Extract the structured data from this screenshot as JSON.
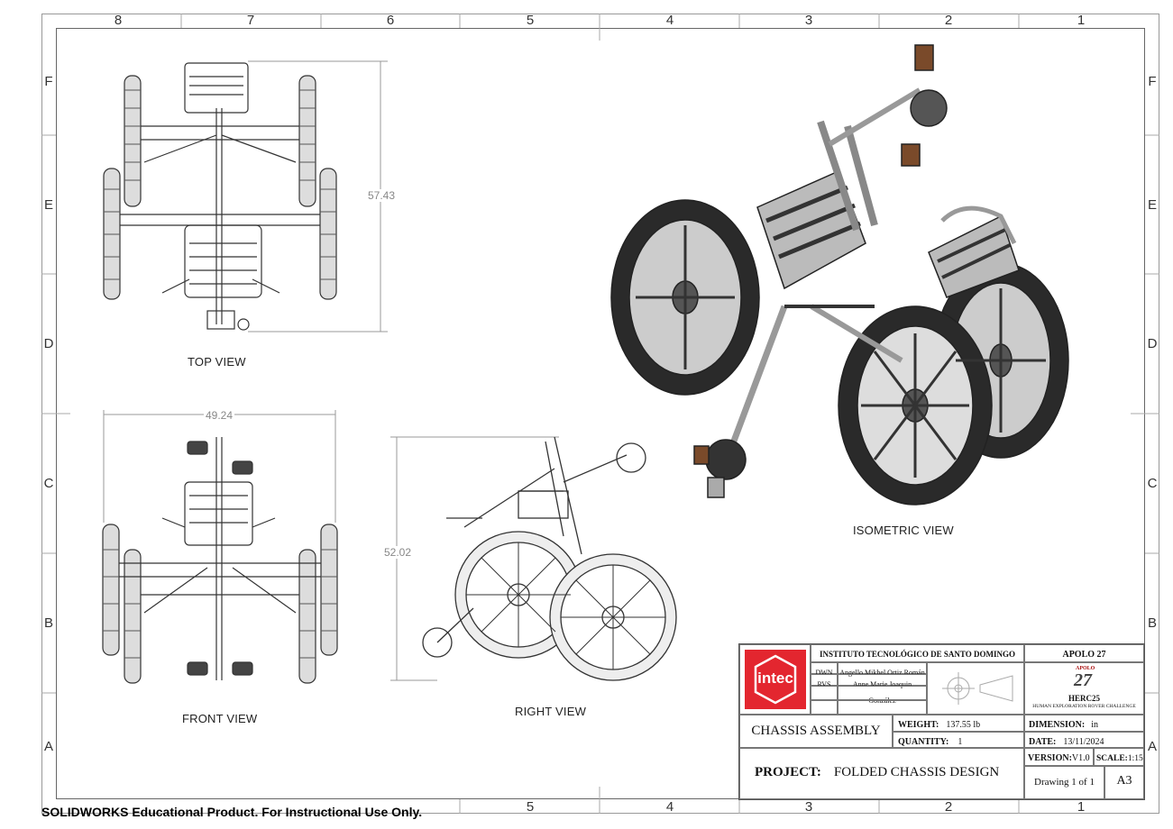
{
  "zones": {
    "top": [
      "8",
      "7",
      "6",
      "5",
      "4",
      "3",
      "2",
      "1"
    ],
    "bottom": [
      "5",
      "4",
      "3",
      "2",
      "1"
    ],
    "left": [
      "F",
      "E",
      "D",
      "C",
      "B",
      "A"
    ],
    "right": [
      "F",
      "E",
      "D",
      "C",
      "B",
      "A"
    ]
  },
  "views": {
    "top": "TOP VIEW",
    "front": "FRONT VIEW",
    "right": "RIGHT VIEW",
    "isometric": "ISOMETRIC VIEW"
  },
  "dimensions": {
    "top_length": "57.43",
    "front_width": "49.24",
    "right_height": "52.02"
  },
  "title_block": {
    "logo_text": "intec",
    "institution": "INSTITUTO TECNOLÓGICO DE SANTO DOMINGO",
    "dwn_label": "DWN",
    "dwn_name": "Angello Mikhel Ortiz Román",
    "rvs_label": "RVS",
    "rvs_name": "Anne Marie Joaquin González",
    "team": "APOLO 27",
    "team_logo_top": "APOLO",
    "team_logo_num": "27",
    "event": "HERC25",
    "event_full": "HUMAN EXPLORATION ROVER CHALLENGE",
    "assembly": "CHASSIS ASSEMBLY",
    "weight_label": "WEIGHT:",
    "weight_value": "137.55 lb",
    "quantity_label": "QUANTITY:",
    "quantity_value": "1",
    "dimension_label": "DIMENSION:",
    "dimension_value": "in",
    "date_label": "DATE:",
    "date_value": "13/11/2024",
    "version_label": "VERSION:",
    "version_value": "V1.0",
    "scale_label": "SCALE:",
    "scale_value": "1:15",
    "project_label": "PROJECT:",
    "project_value": "FOLDED CHASSIS DESIGN",
    "drawing": "Drawing 1 of 1",
    "sheet": "A3"
  },
  "footer": "SOLIDWORKS Educational Product. For Instructional Use Only.",
  "colors": {
    "logo_red": "#e3262f",
    "frame": "#888888",
    "tire": "#2a2a2a"
  }
}
